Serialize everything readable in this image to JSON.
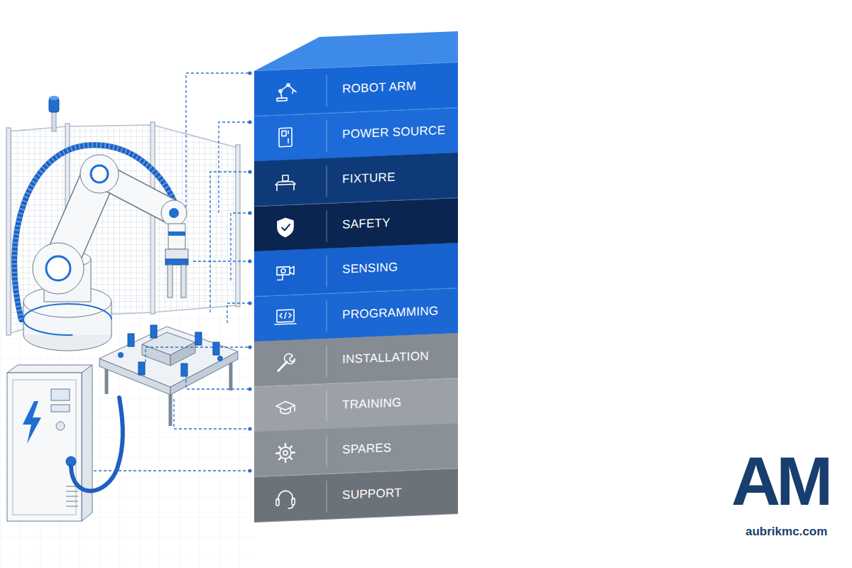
{
  "diagram": {
    "nodes": [
      {
        "text": [
          "ROBOT ARM"
        ]
      },
      {
        "text": [
          "POWER SOURCE"
        ]
      },
      {
        "text": [
          "FIXTURE"
        ]
      },
      {
        "text": [
          "SAFETY"
        ]
      },
      {
        "text": [
          "SENSING"
        ]
      },
      {
        "text": [
          "PROGRAMMING"
        ]
      },
      {
        "text": [
          "INSTALLATION"
        ]
      },
      {
        "text": [
          "TRAINING"
        ]
      },
      {
        "text": [
          "SPARES"
        ]
      },
      {
        "text": [
          "SUPPORT"
        ]
      }
    ],
    "labels": [
      "AM",
      "aubrikmc.com"
    ]
  }
}
